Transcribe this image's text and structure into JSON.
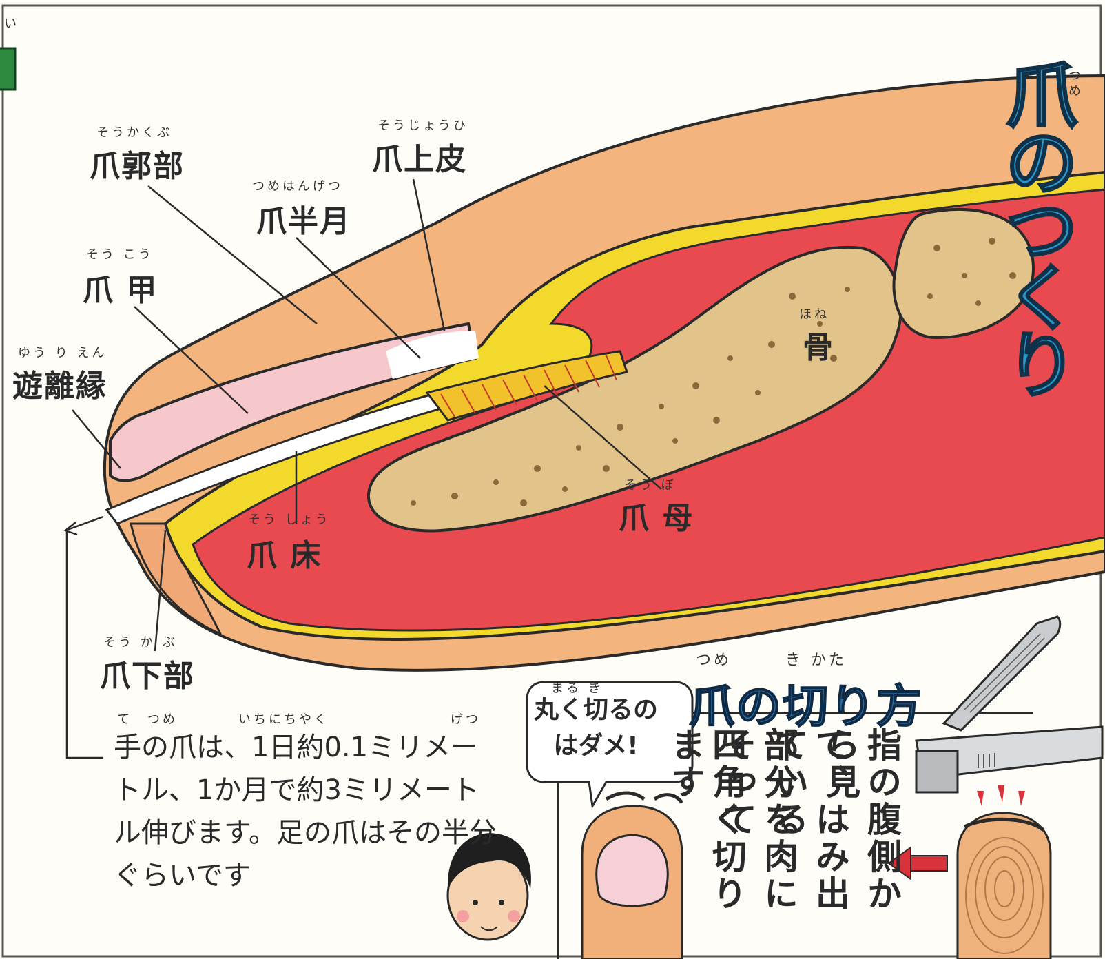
{
  "title": {
    "chars": [
      "爪",
      "の",
      "つ",
      "く",
      "り"
    ],
    "ruby": "つめ"
  },
  "corner_mark": "い",
  "labels": {
    "sokakubu": {
      "text": "爪郭部",
      "ruby": "そうかくぶ"
    },
    "sojohi": {
      "text": "爪上皮",
      "ruby": "そうじょうひ"
    },
    "tsumehangetsu": {
      "text": "爪半月",
      "ruby": "つめはんげつ"
    },
    "soko": {
      "text": "爪 甲",
      "ruby": "そう こう"
    },
    "yurien": {
      "text": "遊離縁",
      "ruby": "ゆう り えん"
    },
    "hone": {
      "text": "骨",
      "ruby": "ほね"
    },
    "sobo": {
      "text": "爪 母",
      "ruby": "そう ぼ"
    },
    "sosho": {
      "text": "爪 床",
      "ruby": "そう しょう"
    },
    "sokabu": {
      "text": "爪下部",
      "ruby": "そう か ぶ"
    }
  },
  "growth_note": {
    "text": "手の爪は、1日約0.1ミリメートル、1か月で約3ミリメートル伸びます。足の爪はその半分ぐらいです",
    "ruby_top": "て　つめ　　　　いちにちやく　　　　　　　　げつ"
  },
  "cutting": {
    "title": "爪の切り方",
    "title_ruby": "つめ　　　き かた",
    "bubble": "丸く切るのはダメ!",
    "bubble_ruby": "まる き",
    "instruction_cols": [
      "指の腹側から見",
      "て、はみ出ている",
      "部分を肉にそって",
      "四角く切ります"
    ]
  },
  "colors": {
    "skin": "#f3b47e",
    "flesh": "#e84a4f",
    "yellow": "#f2d92c",
    "bone": "#e2c48a",
    "nail": "#f6c8cc",
    "title_blue": "#2a98c9",
    "arrow_red": "#d8323a"
  }
}
